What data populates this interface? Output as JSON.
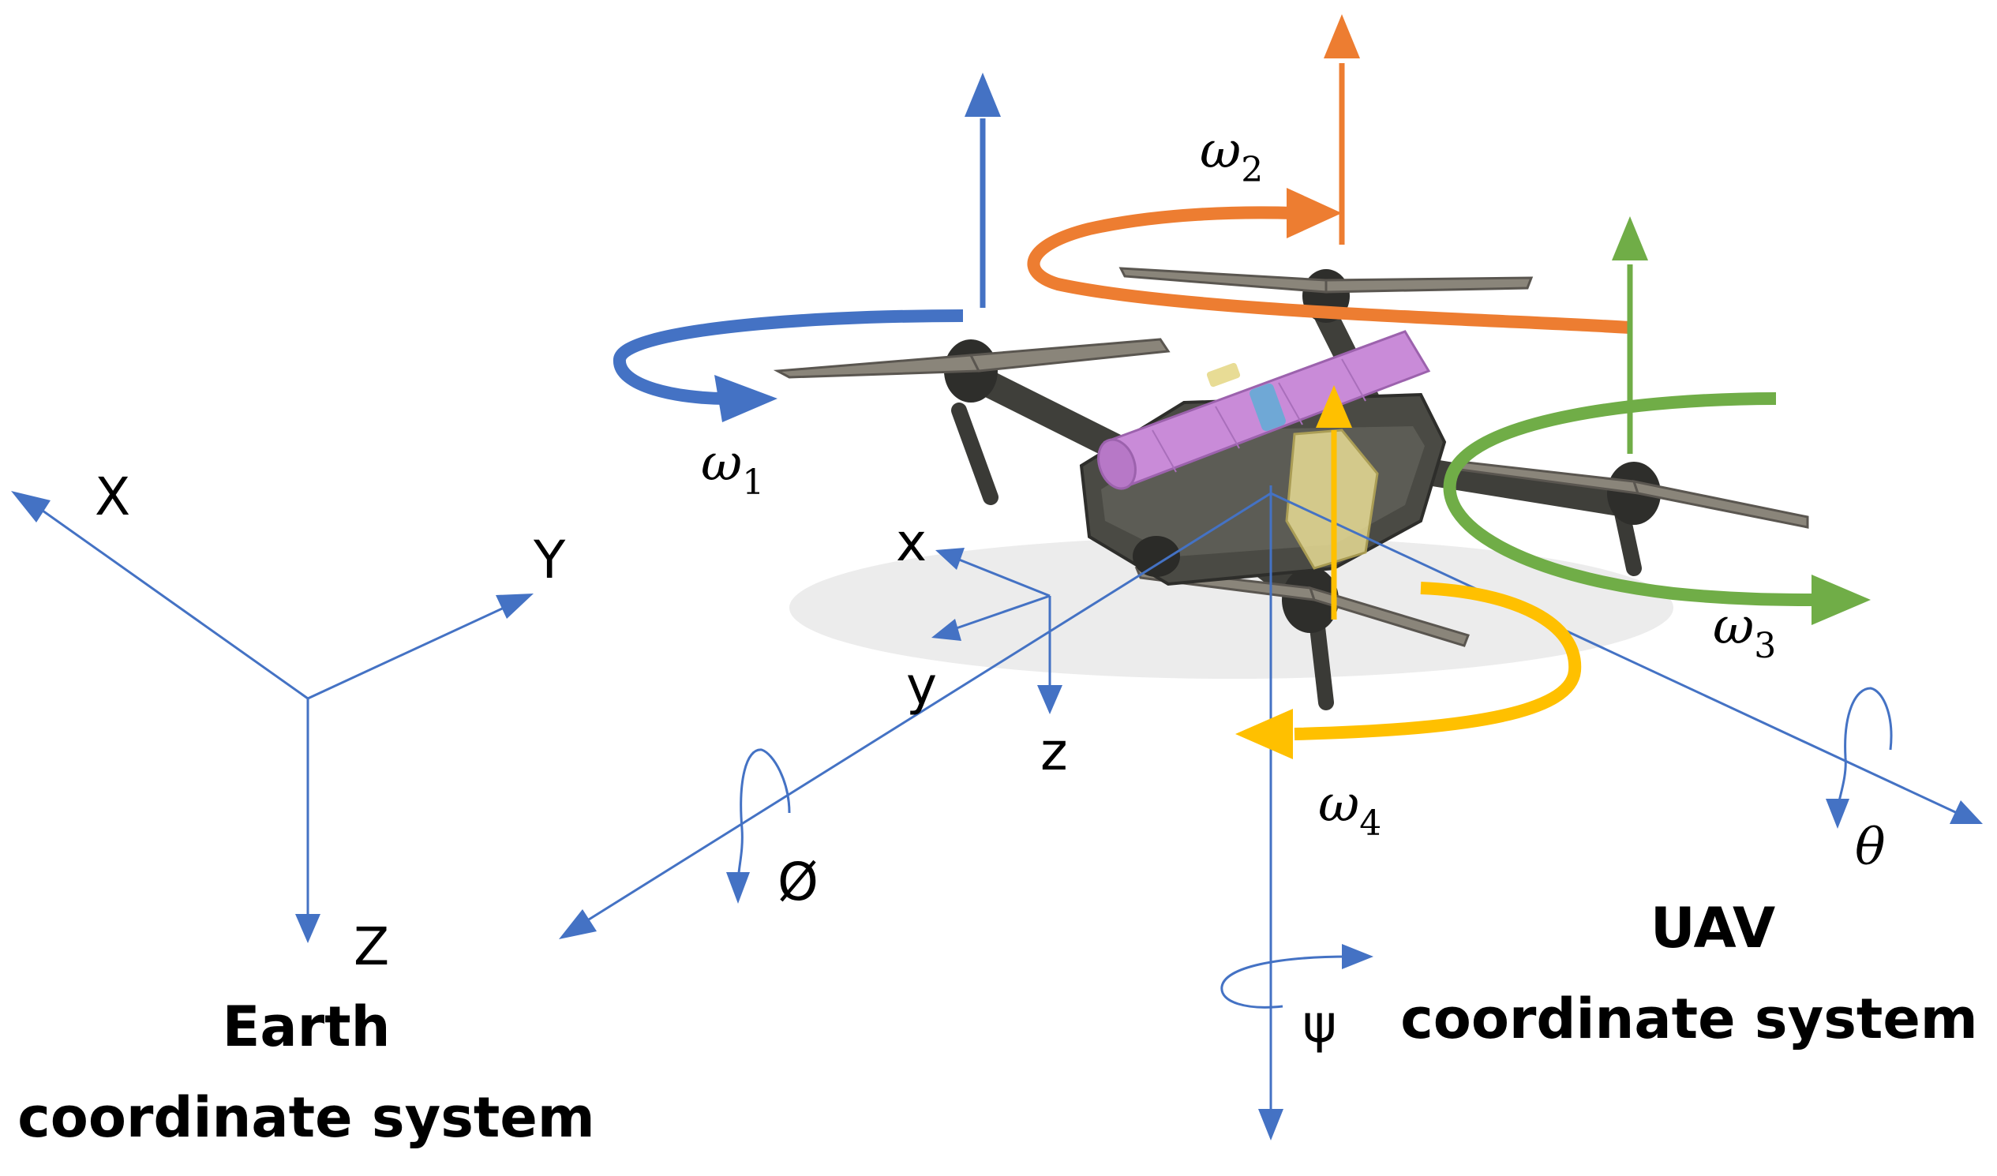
{
  "colors": {
    "axis": "#4472C4",
    "rotor1": "#4472C4",
    "rotor2": "#ED7D31",
    "rotor3": "#70AD47",
    "rotor4": "#FFC000",
    "payload": "#C98BD8",
    "drone_body": "#4a4a44"
  },
  "earth_frame": {
    "title_line1": "Earth",
    "title_line2": "coordinate system",
    "axis_x": "X",
    "axis_y": "Y",
    "axis_z": "Z"
  },
  "uav_frame": {
    "title_line1": "UAV",
    "title_line2": "coordinate system",
    "axis_x": "x",
    "axis_y": "y",
    "axis_z": "z",
    "roll": "Ø",
    "pitch": "θ",
    "yaw": "ψ"
  },
  "rotors": [
    {
      "symbol": "ω",
      "index": "1"
    },
    {
      "symbol": "ω",
      "index": "2"
    },
    {
      "symbol": "ω",
      "index": "3"
    },
    {
      "symbol": "ω",
      "index": "4"
    }
  ]
}
